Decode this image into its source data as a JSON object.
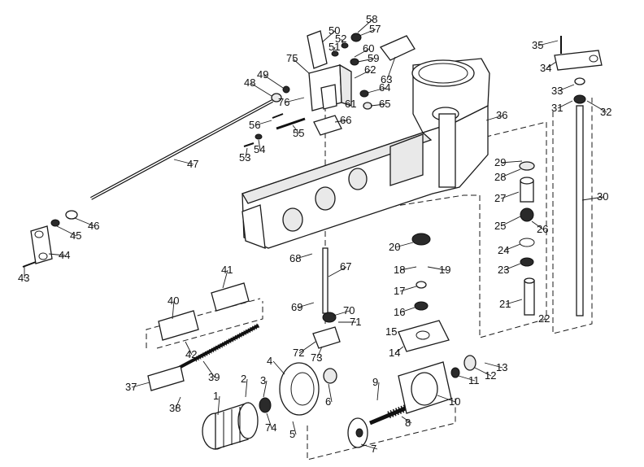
{
  "diagram": {
    "type": "exploded-parts-diagram",
    "parts": [
      {
        "num": "1",
        "shape": "motor-knob"
      },
      {
        "num": "2",
        "shape": "key"
      },
      {
        "num": "3",
        "shape": "pinion"
      },
      {
        "num": "4",
        "shape": "gear-cover"
      },
      {
        "num": "5",
        "shape": "screw"
      },
      {
        "num": "6",
        "shape": "bushing"
      },
      {
        "num": "7",
        "shape": "gear"
      },
      {
        "num": "8",
        "shape": "worm-shaft"
      },
      {
        "num": "9",
        "shape": "key"
      },
      {
        "num": "10",
        "shape": "gearbox-housing"
      },
      {
        "num": "11",
        "shape": "bearing"
      },
      {
        "num": "12",
        "shape": "flange"
      },
      {
        "num": "13",
        "shape": "screw"
      },
      {
        "num": "14",
        "shape": "bracket-plate"
      },
      {
        "num": "15",
        "shape": "screw"
      },
      {
        "num": "16",
        "shape": "bearing"
      },
      {
        "num": "17",
        "shape": "bearing"
      },
      {
        "num": "18",
        "shape": "pin"
      },
      {
        "num": "19",
        "shape": "screw"
      },
      {
        "num": "20",
        "shape": "gear"
      },
      {
        "num": "21",
        "shape": "shaft-sleeve"
      },
      {
        "num": "22",
        "shape": "pin"
      },
      {
        "num": "23",
        "shape": "bearing"
      },
      {
        "num": "24",
        "shape": "snap-ring"
      },
      {
        "num": "25",
        "shape": "gear"
      },
      {
        "num": "26",
        "shape": "screw"
      },
      {
        "num": "27",
        "shape": "sleeve"
      },
      {
        "num": "28",
        "shape": "washer"
      },
      {
        "num": "29",
        "shape": "screw"
      },
      {
        "num": "30",
        "shape": "long-shaft"
      },
      {
        "num": "31",
        "shape": "collar"
      },
      {
        "num": "32",
        "shape": "screw"
      },
      {
        "num": "33",
        "shape": "bushing"
      },
      {
        "num": "34",
        "shape": "lever"
      },
      {
        "num": "35",
        "shape": "screw"
      },
      {
        "num": "36",
        "shape": "arm-casting"
      },
      {
        "num": "37",
        "shape": "rack-holder"
      },
      {
        "num": "38",
        "shape": "screw"
      },
      {
        "num": "39",
        "shape": "rack"
      },
      {
        "num": "40",
        "shape": "bracket"
      },
      {
        "num": "41",
        "shape": "bracket"
      },
      {
        "num": "42",
        "shape": "screw"
      },
      {
        "num": "43",
        "shape": "screw"
      },
      {
        "num": "44",
        "shape": "link"
      },
      {
        "num": "45",
        "shape": "washer"
      },
      {
        "num": "46",
        "shape": "collar"
      },
      {
        "num": "47",
        "shape": "long-shaft"
      },
      {
        "num": "48",
        "shape": "washer"
      },
      {
        "num": "49",
        "shape": "washer"
      },
      {
        "num": "50",
        "shape": "cover-plate"
      },
      {
        "num": "51",
        "shape": "screw"
      },
      {
        "num": "52",
        "shape": "nut"
      },
      {
        "num": "53",
        "shape": "screw"
      },
      {
        "num": "54",
        "shape": "nut"
      },
      {
        "num": "55",
        "shape": "pin"
      },
      {
        "num": "56",
        "shape": "pin"
      },
      {
        "num": "57",
        "shape": "knob"
      },
      {
        "num": "58",
        "shape": "screw"
      },
      {
        "num": "59",
        "shape": "gear"
      },
      {
        "num": "60",
        "shape": "screw"
      },
      {
        "num": "61",
        "shape": "screw"
      },
      {
        "num": "62",
        "shape": "screw"
      },
      {
        "num": "63",
        "shape": "plate"
      },
      {
        "num": "64",
        "shape": "nut"
      },
      {
        "num": "65",
        "shape": "washer"
      },
      {
        "num": "66",
        "shape": "plate"
      },
      {
        "num": "67",
        "shape": "long-shaft"
      },
      {
        "num": "68",
        "shape": "screw"
      },
      {
        "num": "69",
        "shape": "screw"
      },
      {
        "num": "70",
        "shape": "gear"
      },
      {
        "num": "71",
        "shape": "screw"
      },
      {
        "num": "72",
        "shape": "bracket"
      },
      {
        "num": "73",
        "shape": "screw"
      },
      {
        "num": "74",
        "shape": "screw"
      },
      {
        "num": "75",
        "shape": "gearbox-block"
      },
      {
        "num": "76",
        "shape": "screw"
      }
    ]
  }
}
